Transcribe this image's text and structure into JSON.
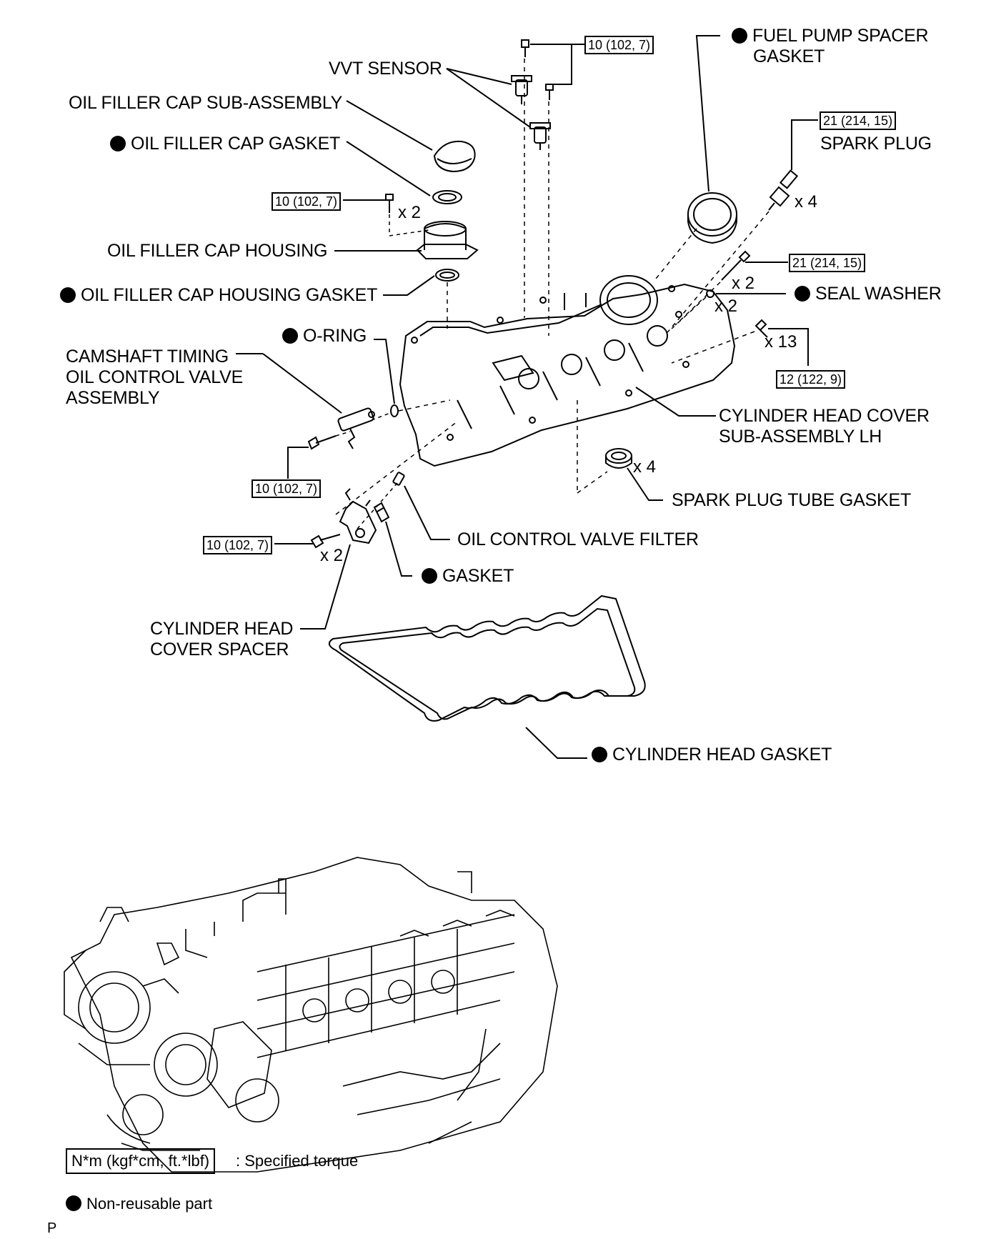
{
  "labels": {
    "vvt_sensor": "VVT SENSOR",
    "oil_filler_cap_sub_assembly": "OIL FILLER CAP SUB-ASSEMBLY",
    "oil_filler_cap_gasket": "OIL FILLER CAP GASKET",
    "oil_filler_cap_housing": "OIL FILLER CAP HOUSING",
    "oil_filler_cap_housing_gasket": "OIL FILLER CAP HOUSING GASKET",
    "o_ring": "O-RING",
    "camshaft_timing_line1": "CAMSHAFT TIMING",
    "camshaft_timing_line2": "OIL CONTROL VALVE",
    "camshaft_timing_line3": "ASSEMBLY",
    "fuel_pump_spacer_line1": "FUEL PUMP SPACER",
    "fuel_pump_spacer_line2": "GASKET",
    "spark_plug": "SPARK PLUG",
    "seal_washer": "SEAL WASHER",
    "cyl_head_cover_line1": "CYLINDER HEAD COVER",
    "cyl_head_cover_line2": "SUB-ASSEMBLY LH",
    "spark_plug_tube_gasket": "SPARK PLUG TUBE GASKET",
    "oil_control_valve_filter": "OIL CONTROL VALVE FILTER",
    "gasket": "GASKET",
    "cyl_head_cover_spacer_line1": "CYLINDER HEAD",
    "cyl_head_cover_spacer_line2": "COVER SPACER",
    "cylinder_head_gasket": "CYLINDER HEAD GASKET"
  },
  "torques": {
    "vvt_bolt": "10 (102, 7)",
    "filler_housing_bolt": "10 (102, 7)",
    "spark_plug": "21 (214, 15)",
    "stud_bolt": "21 (214, 15)",
    "cover_bolt": "12 (122, 9)",
    "ocv_bolt": "10 (102, 7)",
    "spacer_bolt": "10 (102, 7)"
  },
  "quantities": {
    "filler_housing_bolt": "x 2",
    "spark_plug": "x 4",
    "stud_bolt": "x 2",
    "seal_washer": "x 2",
    "cover_bolt": "x 13",
    "tube_gasket": "x 4",
    "spacer_bolt": "x 2"
  },
  "legend": {
    "torque_unit": "N*m (kgf*cm, ft.*lbf)",
    "torque_desc": ": Specified torque",
    "non_reusable": "Non-reusable part"
  },
  "code": "P",
  "colors": {
    "ink": "#000000",
    "paper": "#ffffff"
  }
}
